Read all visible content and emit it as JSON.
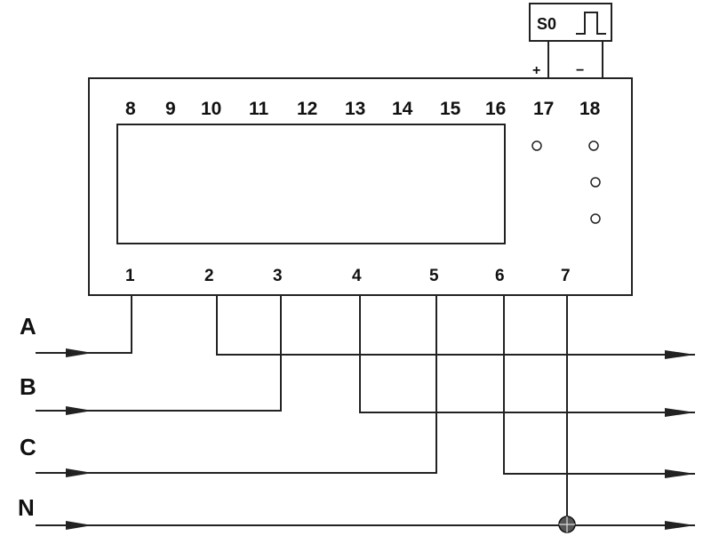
{
  "pulse_output": {
    "label": "S0",
    "plus": "+",
    "minus": "−"
  },
  "terminals": {
    "top": [
      "8",
      "9",
      "10",
      "11",
      "12",
      "13",
      "14",
      "15",
      "16",
      "17",
      "18"
    ],
    "bottom": [
      "1",
      "2",
      "3",
      "4",
      "5",
      "6",
      "7"
    ]
  },
  "phases": [
    "A",
    "B",
    "C",
    "N"
  ]
}
